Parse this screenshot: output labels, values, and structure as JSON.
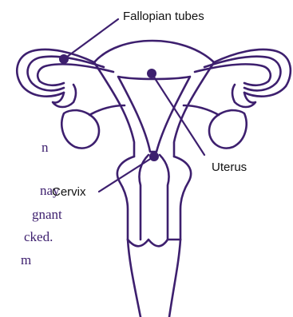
{
  "diagram": {
    "labels": {
      "fallopian_tubes": "Fallopian tubes",
      "uterus": "Uterus",
      "cervix": "Cervix"
    },
    "side_text_fragments": [
      "n",
      "nay",
      "gnant",
      "cked.",
      "m"
    ],
    "colors": {
      "stroke": "#3d1f6e",
      "label_text": "#111111",
      "background": "#ffffff"
    }
  }
}
